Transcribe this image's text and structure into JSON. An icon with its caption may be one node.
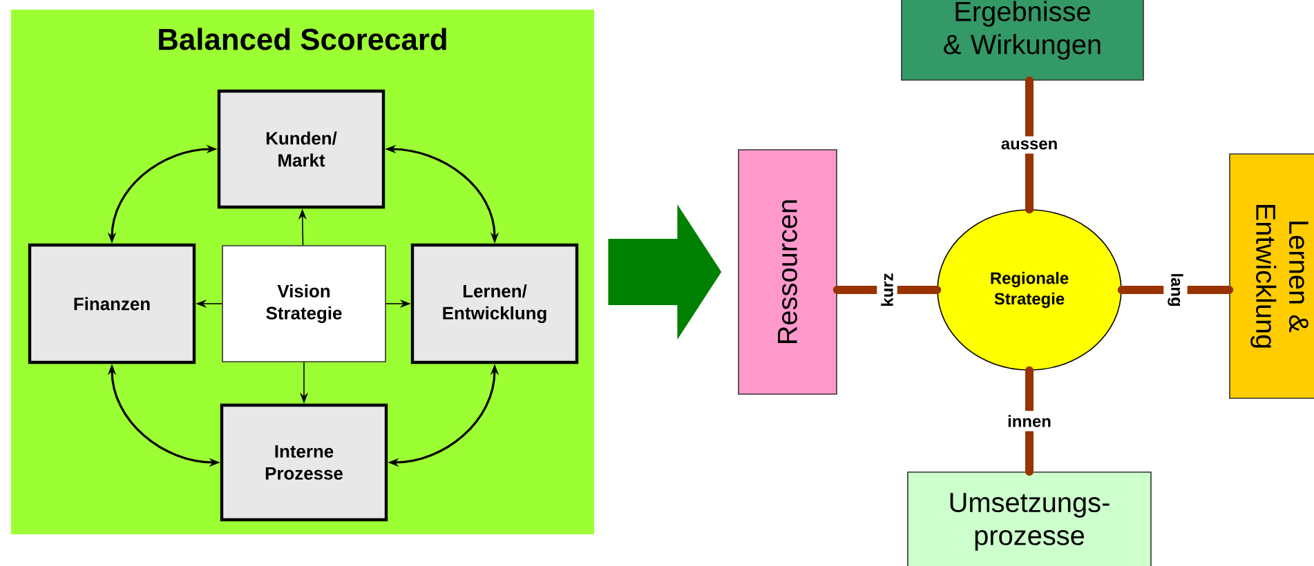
{
  "diagram": {
    "nodes": [
      {
        "text": [
          "Balanced Scorecard"
        ]
      },
      {
        "text": [
          "Kunden/ Markt"
        ],
        "in": 0
      },
      {
        "text": [
          "Finanzen"
        ],
        "in": 0
      },
      {
        "text": [
          "Vision Strategie"
        ],
        "in": 0
      },
      {
        "text": [
          "Lernen/ Entwicklung"
        ],
        "in": 0
      },
      {
        "text": [
          "Interne Prozesse"
        ],
        "in": 0
      },
      {
        "text": [
          "Ressourcen"
        ]
      },
      {
        "text": [
          "Ergebnisse & Wirkungen"
        ]
      },
      {
        "text": [
          "Regionale Strategie"
        ]
      },
      {
        "text": [
          "Lernen & Entwicklung"
        ]
      },
      {
        "text": [
          "Umsetzungs- prozesse"
        ]
      }
    ],
    "edges": [
      {
        "from": 3,
        "to": 1,
        "arrow": "to"
      },
      {
        "from": 3,
        "to": 2,
        "arrow": "to"
      },
      {
        "from": 3,
        "to": 4,
        "arrow": "to"
      },
      {
        "from": 3,
        "to": 5,
        "arrow": "to"
      },
      {
        "from": 1,
        "to": 2,
        "arrow": "both"
      },
      {
        "from": 1,
        "to": 4,
        "arrow": "both"
      },
      {
        "from": 2,
        "to": 5,
        "arrow": "both"
      },
      {
        "from": 4,
        "to": 5,
        "arrow": "both"
      },
      {
        "from": 0,
        "to": 6,
        "arrow": "to",
        "style": "thick",
        "color": "#008000"
      },
      {
        "from": 8,
        "to": 7,
        "arrow": "none",
        "label": "aussen",
        "style": "thick",
        "color": "#993300"
      },
      {
        "from": 8,
        "to": 6,
        "arrow": "none",
        "label": "kurz",
        "style": "thick",
        "color": "#993300"
      },
      {
        "from": 8,
        "to": 9,
        "arrow": "none",
        "label": "lang",
        "style": "thick",
        "color": "#993300"
      },
      {
        "from": 8,
        "to": 10,
        "arrow": "none",
        "label": "innen",
        "style": "thick",
        "color": "#993300"
      }
    ]
  }
}
